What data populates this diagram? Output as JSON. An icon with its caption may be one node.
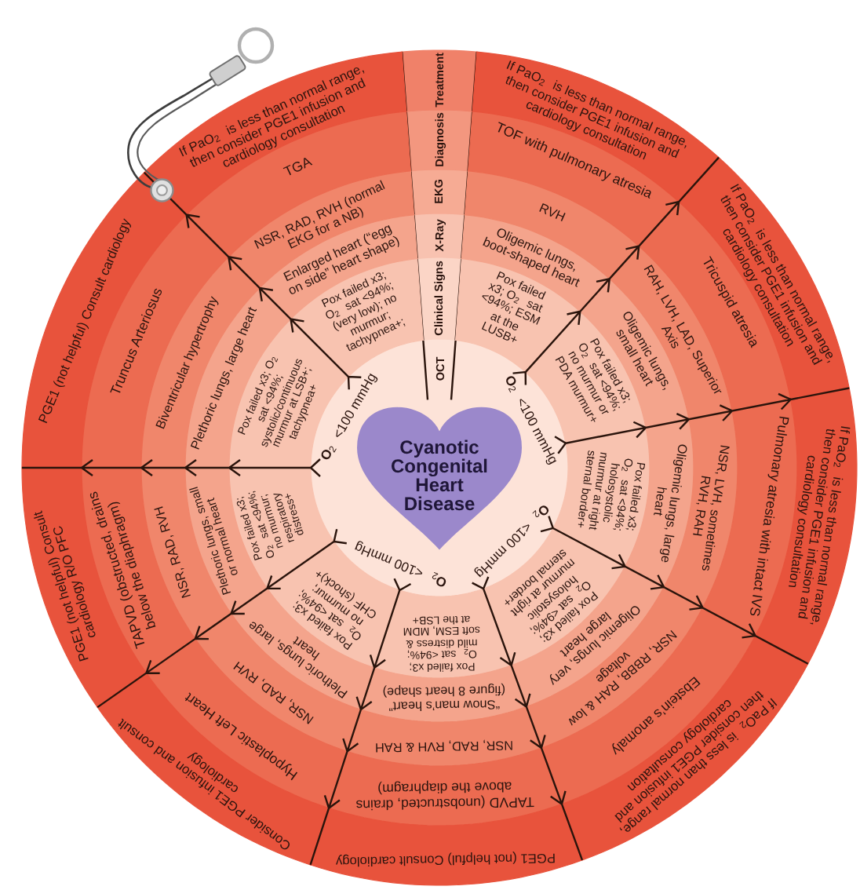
{
  "diagram": {
    "nodes": [
      {
        "text": [
          "**O**$_{2}$ <100 mmHg",
          "**O**$_{2}$ <100 mmHg",
          "**O**$_{2}$ <100 mmHg",
          "**O**$_{2}$ <100 mmHg"
        ]
      },
      {
        "text": [
          "Cyanotic Congenital Heart Disease"
        ],
        "in": 0
      },
      {
        "text": [
          "OCT"
        ],
        "in": 0
      },
      {
        "text": [
          "Clinical Signs"
        ]
      },
      {
        "text": [
          "X-Ray"
        ]
      },
      {
        "text": [
          "EKG"
        ]
      },
      {
        "text": [
          "Diagnosis"
        ]
      },
      {
        "text": [
          "Treatment"
        ]
      },
      {
        "text": [
          "Pox failed x3; O$_{2}$ sat <94%; ESM at the LUSB+"
        ]
      },
      {
        "text": [
          "Oligemic lungs, boot-shaped heart"
        ]
      },
      {
        "text": [
          "RVH"
        ]
      },
      {
        "text": [
          "TOF with pulmonary atresia"
        ]
      },
      {
        "text": [
          "If PaO$_{2}$ is less than normal range, then consider PGE1 infusion and cardiology consultation"
        ]
      },
      {
        "text": [
          "Pox failed x3; O$_{2}$ sat <94%; no murmur or PDA murmur+"
        ]
      },
      {
        "text": [
          "Oligemic lungs, small heart"
        ]
      },
      {
        "text": [
          "RAH, LVH, LAD, Superior Axis"
        ]
      },
      {
        "text": [
          "Tricuspid atresia"
        ]
      },
      {
        "text": [
          "If PaO$_{2}$ is less than normal range, then consider PGE1 infusion and cardiology consultation"
        ]
      },
      {
        "text": [
          "Pox failed x3; O$_{2}$ sat <94%; holosystolic murmur at right sternal border+"
        ]
      },
      {
        "text": [
          "Oligemic lungs, large heart"
        ]
      },
      {
        "text": [
          "NSR, LVH, sometimes RVH, RAH"
        ]
      },
      {
        "text": [
          "Pulmonary atresia with intact IVS"
        ]
      },
      {
        "text": [
          "If PaO$_{2}$ is less than normal range, then consider PGE1 infusion and cardiology consultation"
        ]
      },
      {
        "text": [
          "Pox failed x3; O$_{2}$ sat <94%; holosystolic murmur at right sternal border+"
        ]
      },
      {
        "text": [
          "Oligemic lungs, very large heart"
        ]
      },
      {
        "text": [
          "NSR, RBBB, RAH & low voltage"
        ]
      },
      {
        "text": [
          "Ebstein’s anomaly"
        ]
      },
      {
        "text": [
          "If PaO$_{2}$ is less than normal range, then consider PGE1 infusion and cardiology consultation"
        ]
      },
      {
        "text": [
          "Pox failed x3; O$_{2}$ sat <94%; mild distress & soft ESM, MDM at the LSB+"
        ]
      },
      {
        "text": [
          "“Snow man’s heart” (figure 8 heart shape)"
        ]
      },
      {
        "text": [
          "NSR, RAD, RVH & RAH"
        ]
      },
      {
        "text": [
          "TAPVD (unobstructed, drains above the diaphragm)"
        ]
      },
      {
        "text": [
          "PGE1 (not helpful) Consult cardiology"
        ]
      },
      {
        "text": [
          "Pox failed x3; O$_{2}$ sat <94%; no murmur; CHF (shock)+"
        ]
      },
      {
        "text": [
          "Plethoric lungs, large heart"
        ]
      },
      {
        "text": [
          "NSR, RAD, RVH"
        ]
      },
      {
        "text": [
          "Hypoplastic Left Heart"
        ]
      },
      {
        "text": [
          "Consider PGE1 infusion and consult cardiology"
        ]
      },
      {
        "text": [
          "Pox failed x3; O$_{2}$ sat <94%; no murmur; respiratory distress+"
        ]
      },
      {
        "text": [
          "Plethoric lungs, small or normal heart"
        ]
      },
      {
        "text": [
          "NSR, RAD, RVH"
        ]
      },
      {
        "text": [
          "TAPVD (obstructed, drains below the diaphragm)"
        ]
      },
      {
        "text": [
          "PGE1 (not helpful) Consult cardiology R/O PFC"
        ]
      },
      {
        "text": [
          "Pox failed x3; O$_{2}$ sat <94%; systolic/continuous murmur at LSB+; tachypnea+"
        ]
      },
      {
        "text": [
          "Plethoric lungs, large heart"
        ]
      },
      {
        "text": [
          "Biventricular hypertrophy"
        ]
      },
      {
        "text": [
          "Truncus Arteriosus"
        ]
      },
      {
        "text": [
          "PGE1 (not helpful) Consult cardiology"
        ]
      },
      {
        "text": [
          "Pox failed x3; O$_{2}$ sat <94%; (very low); no murmur; tachypnea+;"
        ]
      },
      {
        "text": [
          "Enlarged heart (“egg on side” heart shape)"
        ]
      },
      {
        "text": [
          "NSR, RAD, RVH (normal EKG for a NB)"
        ]
      },
      {
        "text": [
          "TGA"
        ]
      },
      {
        "text": [
          "If PaO$_{2}$ is less than normal range, then consider PGE1 infusion and cardiology consultation"
        ]
      }
    ]
  }
}
